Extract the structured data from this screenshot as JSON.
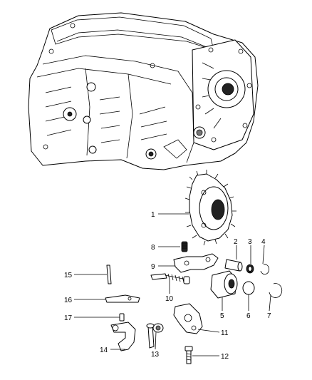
{
  "callouts": [
    {
      "label": "1"
    },
    {
      "label": "2"
    },
    {
      "label": "3"
    },
    {
      "label": "4"
    },
    {
      "label": "5"
    },
    {
      "label": "6"
    },
    {
      "label": "7"
    },
    {
      "label": "8"
    },
    {
      "label": "9"
    },
    {
      "label": "10"
    },
    {
      "label": "11"
    },
    {
      "label": "12"
    },
    {
      "label": "13"
    },
    {
      "label": "14"
    },
    {
      "label": "15"
    },
    {
      "label": "16"
    },
    {
      "label": "17"
    }
  ]
}
